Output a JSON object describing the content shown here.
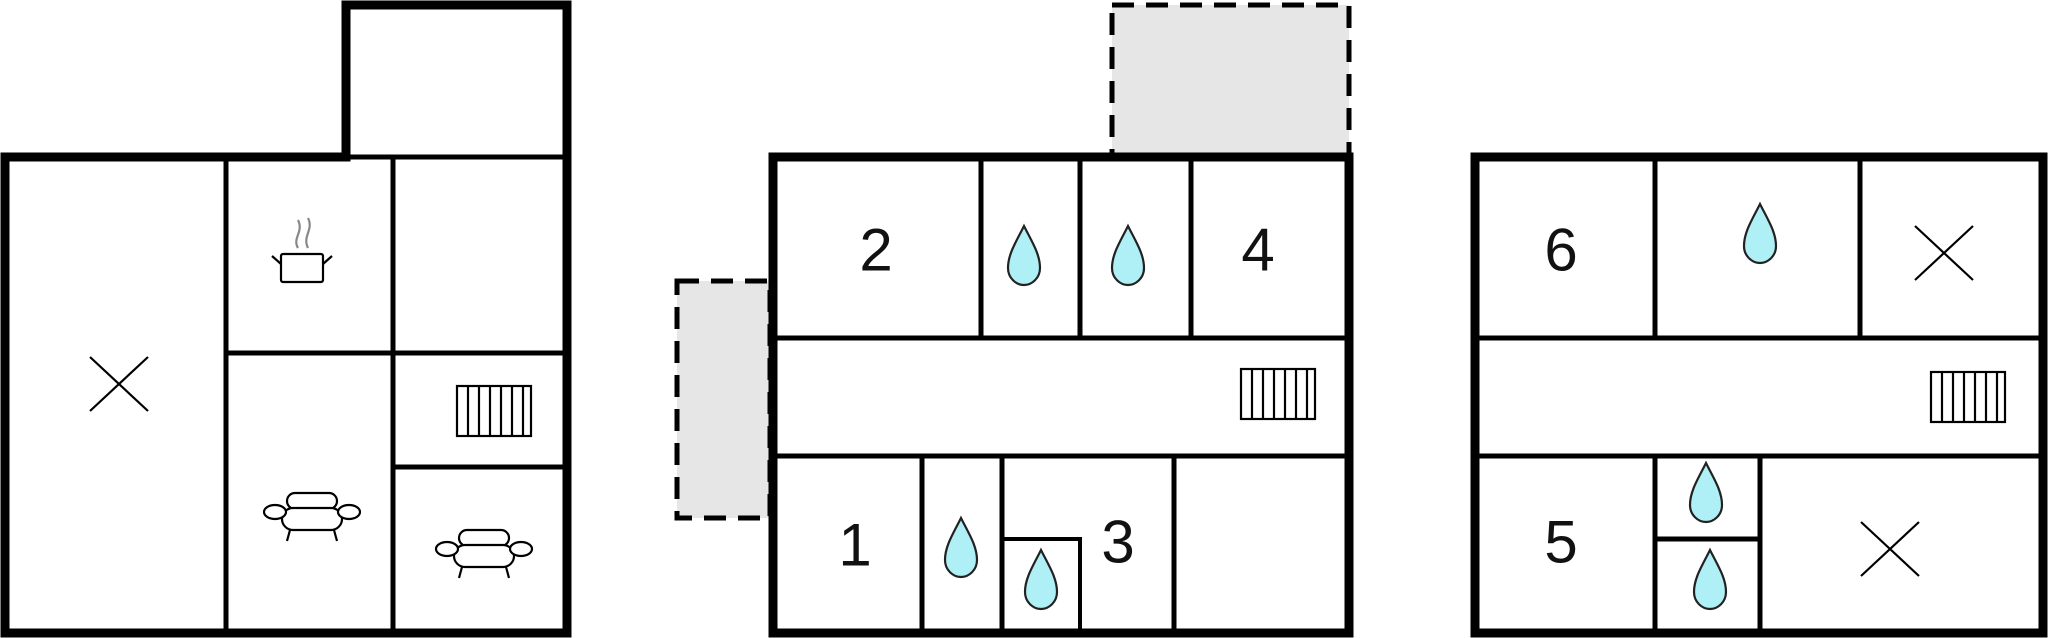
{
  "room_labels": [
    "2",
    "4",
    "1",
    "3",
    "6",
    "5"
  ],
  "icons": {
    "water": "water-drop-icon",
    "bedroom": "bed-cross-icon",
    "kitchen": "cooking-pot-icon",
    "living": "sofa-icon",
    "heating": "radiator-icon"
  },
  "colors": {
    "walls": "#000000",
    "water_drop_fill": "#aef0f6",
    "terrace_fill": "#e6e6e6",
    "steam": "#888888"
  }
}
